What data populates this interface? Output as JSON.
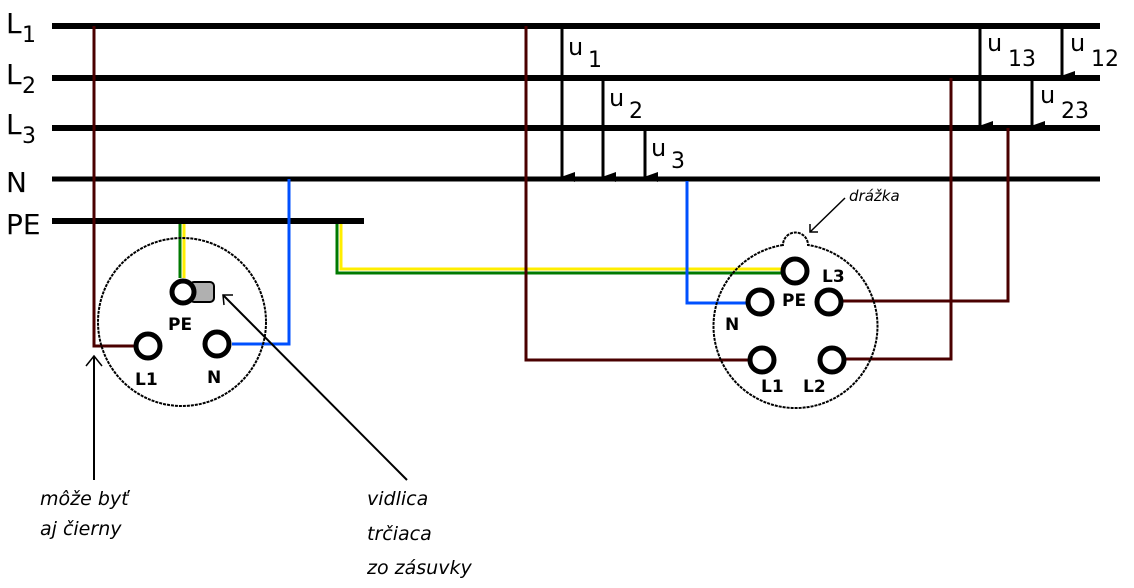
{
  "colors": {
    "bus": "#000000",
    "phase_wire": "#4a0000",
    "neutral_wire": "#0050ff",
    "pe_green": "#007a00",
    "pe_yellow": "#ffee00",
    "plug_pin_fill": "#b0b0b0"
  },
  "buses": [
    {
      "id": "L1",
      "letter": "L",
      "sub": "1"
    },
    {
      "id": "L2",
      "letter": "L",
      "sub": "2"
    },
    {
      "id": "L3",
      "letter": "L",
      "sub": "3"
    },
    {
      "id": "N",
      "letter": "N",
      "sub": ""
    },
    {
      "id": "PE",
      "letter": "PE",
      "sub": ""
    }
  ],
  "voltages": [
    {
      "id": "u1",
      "base": "u",
      "sub": "1",
      "from": "L1",
      "to": "N"
    },
    {
      "id": "u2",
      "base": "u",
      "sub": "2",
      "from": "L2",
      "to": "N"
    },
    {
      "id": "u3",
      "base": "u",
      "sub": "3",
      "from": "L3",
      "to": "N"
    },
    {
      "id": "u13",
      "base": "u",
      "sub": "13",
      "from": "L1",
      "to": "L3"
    },
    {
      "id": "u12",
      "base": "u",
      "sub": "12",
      "from": "L1",
      "to": "L2"
    },
    {
      "id": "u23",
      "base": "u",
      "sub": "23",
      "from": "L2",
      "to": "L3"
    }
  ],
  "single_phase_socket": {
    "pins": {
      "pe": "PE",
      "l1": "L1",
      "n": "N"
    }
  },
  "three_phase_socket": {
    "pins": {
      "l3": "L3",
      "pe": "PE",
      "n": "N",
      "l1": "L1",
      "l2": "L2"
    },
    "groove_label": "drážka"
  },
  "annotations": {
    "wire_note": [
      "môže byť",
      "aj čierny"
    ],
    "pin_note": [
      "vidlica",
      "trčiaca",
      "zo zásuvky"
    ]
  }
}
